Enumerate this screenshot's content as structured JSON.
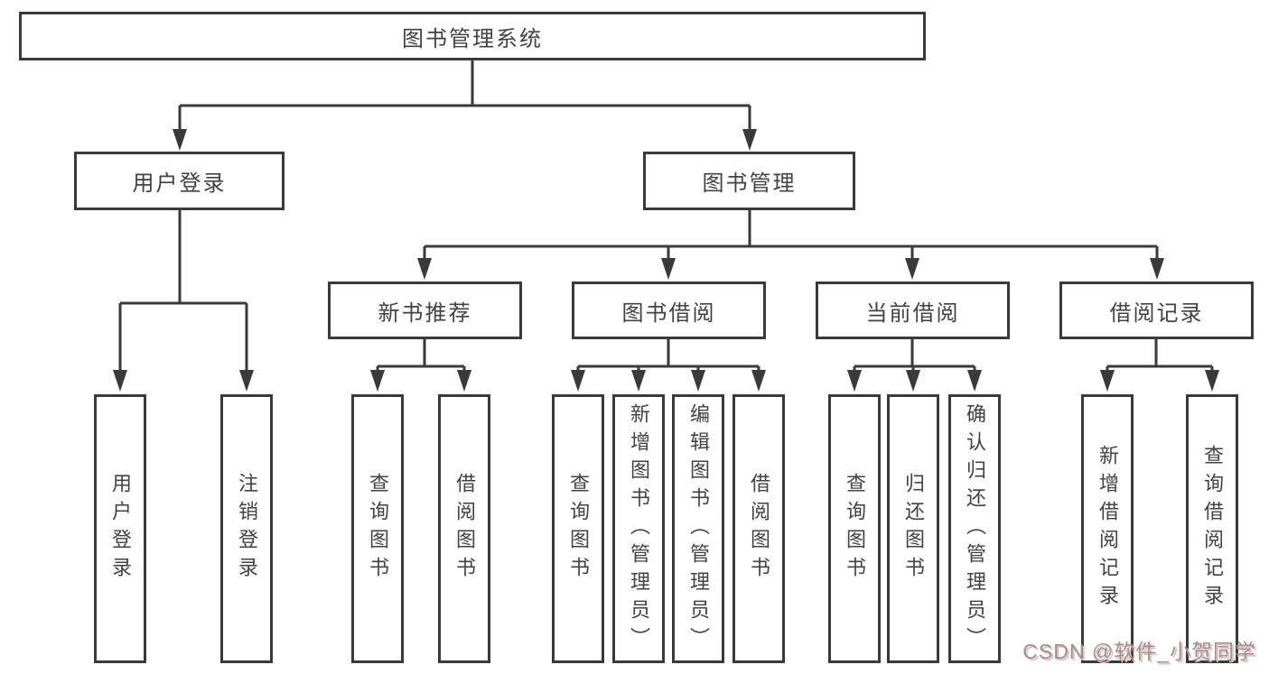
{
  "diagram": {
    "root": "图书管理系统",
    "user_login": {
      "label": "用户登录",
      "leaves": [
        "用户登录",
        "注销登录"
      ]
    },
    "book_management": {
      "label": "图书管理"
    },
    "modules": [
      {
        "label": "新书推荐",
        "leaves": [
          "查询图书",
          "借阅图书"
        ]
      },
      {
        "label": "图书借阅",
        "leaves": [
          "查询图书",
          "新增图书（管理员）",
          "编辑图书（管理员）",
          "借阅图书"
        ]
      },
      {
        "label": "当前借阅",
        "leaves": [
          "查询图书",
          "归还图书",
          "确认归还（管理员）"
        ]
      },
      {
        "label": "借阅记录",
        "leaves": [
          "新增借阅记录",
          "查询借阅记录"
        ]
      }
    ]
  },
  "watermark": "CSDN @软件_小贺同学",
  "colors": {
    "line": "#3a3a3a",
    "text": "#424242",
    "watermark_gray": "#949494",
    "watermark_shadow": "#f0b9b9"
  }
}
